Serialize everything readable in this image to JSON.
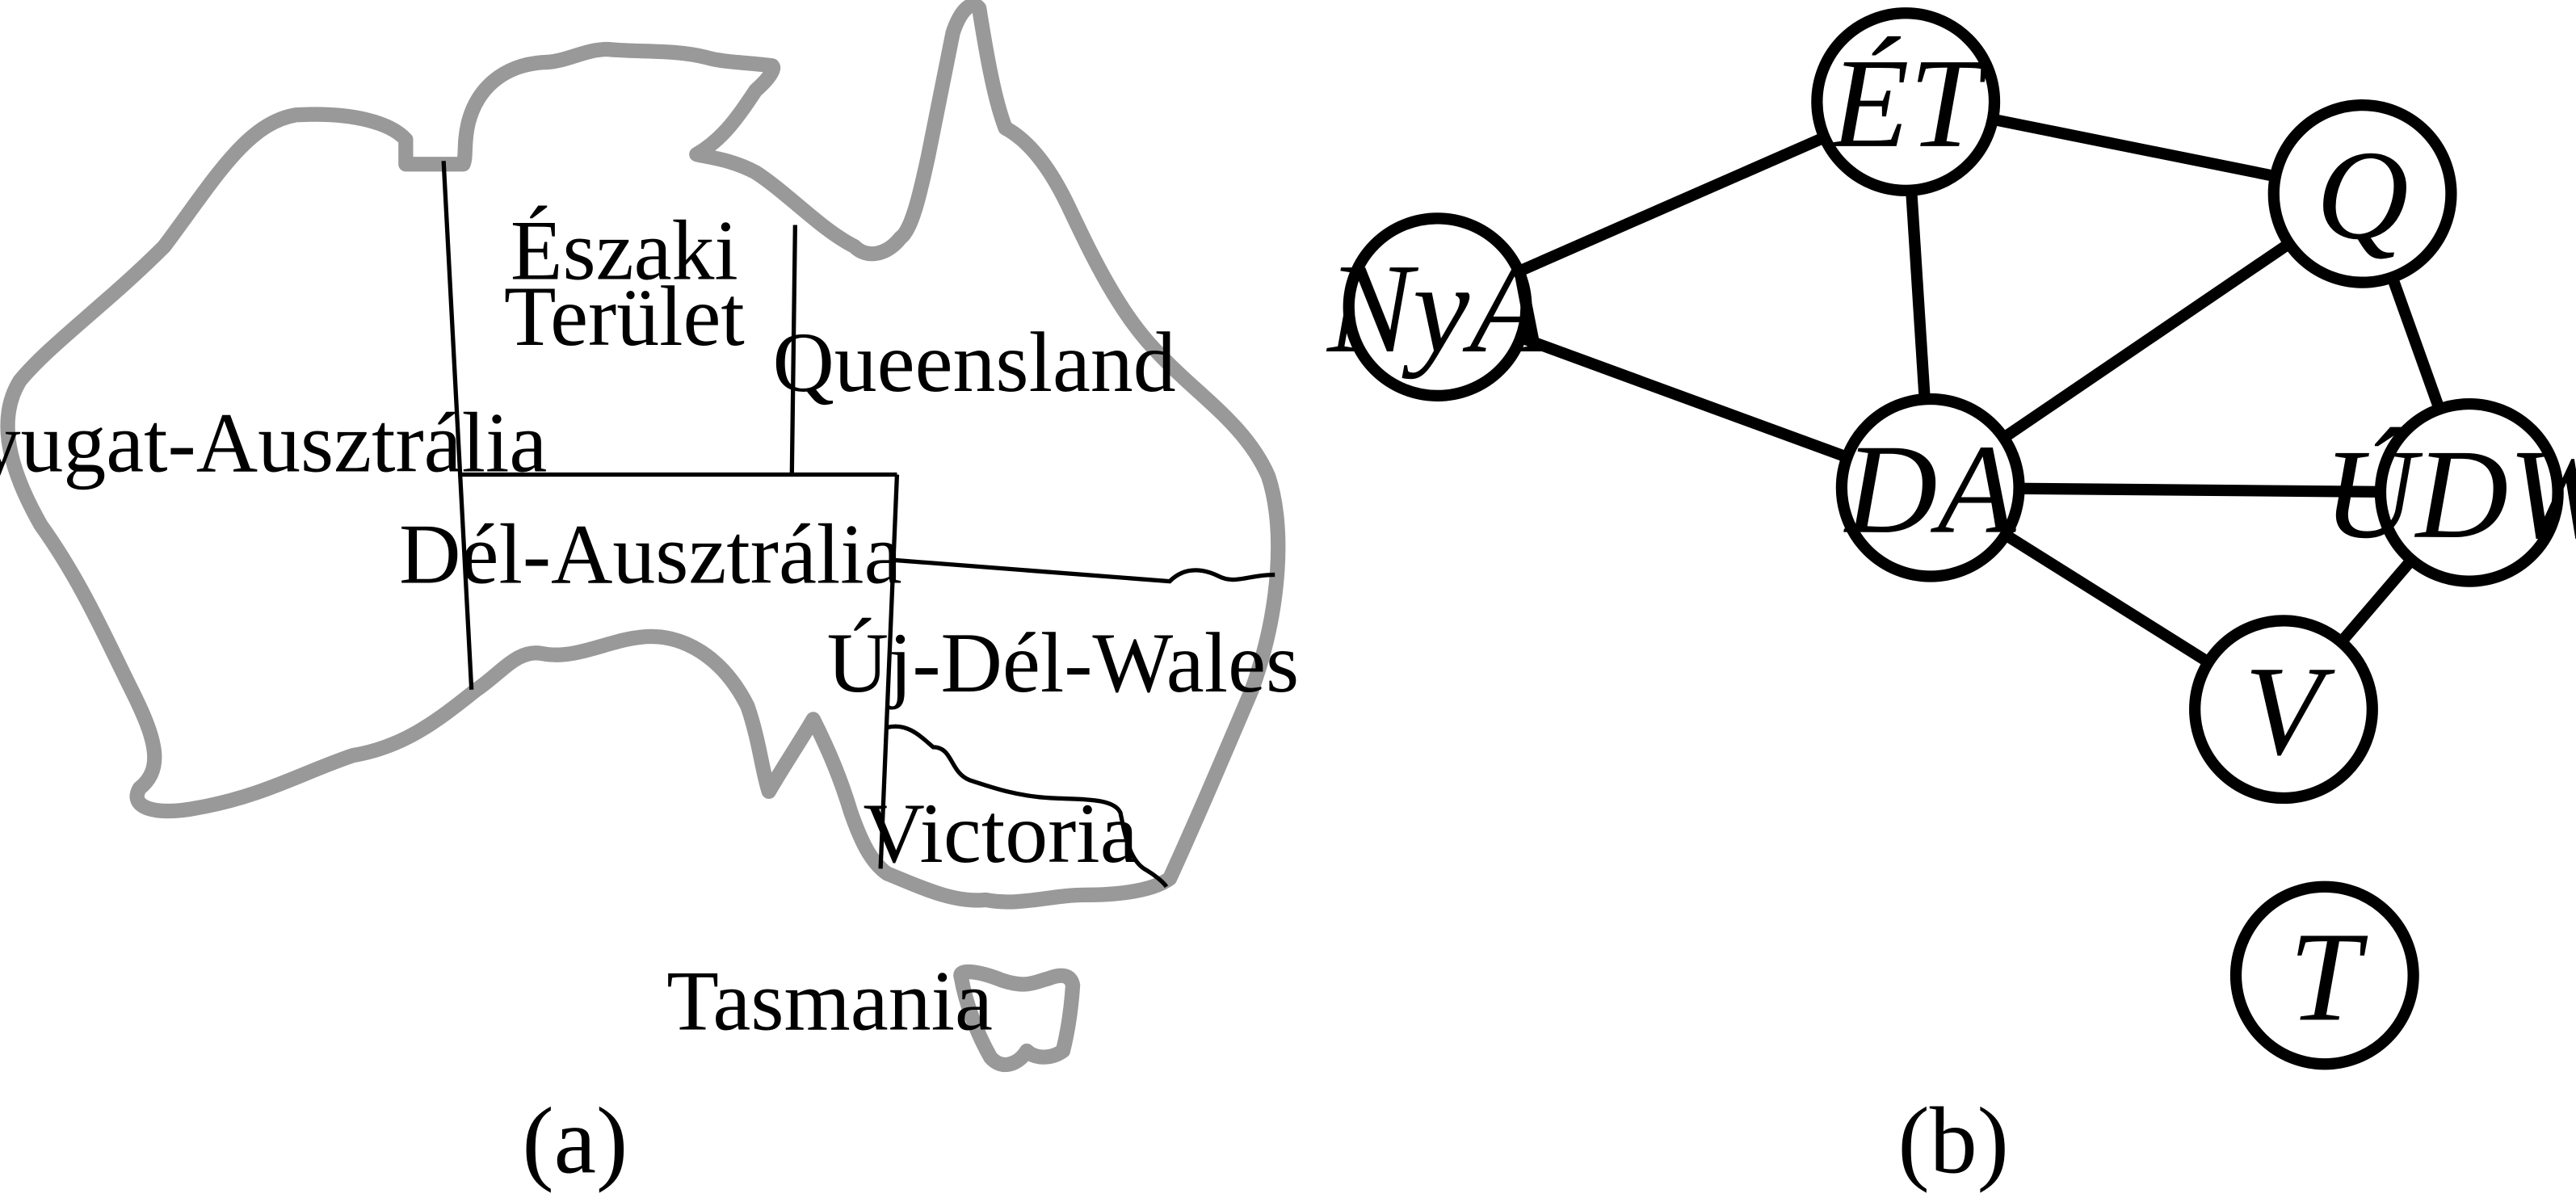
{
  "panel_a": {
    "caption": "(a)",
    "regions": {
      "western_australia": "Nyugat-Ausztrália",
      "northern_territory_line1": "Északi",
      "northern_territory_line2": "Terület",
      "queensland": "Queensland",
      "south_australia": "Dél-Ausztrália",
      "new_south_wales": "Új-Dél-Wales",
      "victoria": "Victoria",
      "tasmania": "Tasmania"
    }
  },
  "panel_b": {
    "caption": "(b)",
    "nodes": [
      {
        "id": "ET",
        "label": "ÉT"
      },
      {
        "id": "NyA",
        "label": "NyA"
      },
      {
        "id": "Q",
        "label": "Q"
      },
      {
        "id": "DA",
        "label": "DA"
      },
      {
        "id": "UDW",
        "label": "ÚDW"
      },
      {
        "id": "V",
        "label": "V"
      },
      {
        "id": "T",
        "label": "T"
      }
    ],
    "edges": [
      [
        "NyA",
        "ET"
      ],
      [
        "NyA",
        "DA"
      ],
      [
        "ET",
        "Q"
      ],
      [
        "ET",
        "DA"
      ],
      [
        "Q",
        "DA"
      ],
      [
        "Q",
        "UDW"
      ],
      [
        "DA",
        "UDW"
      ],
      [
        "DA",
        "V"
      ],
      [
        "UDW",
        "V"
      ]
    ]
  }
}
